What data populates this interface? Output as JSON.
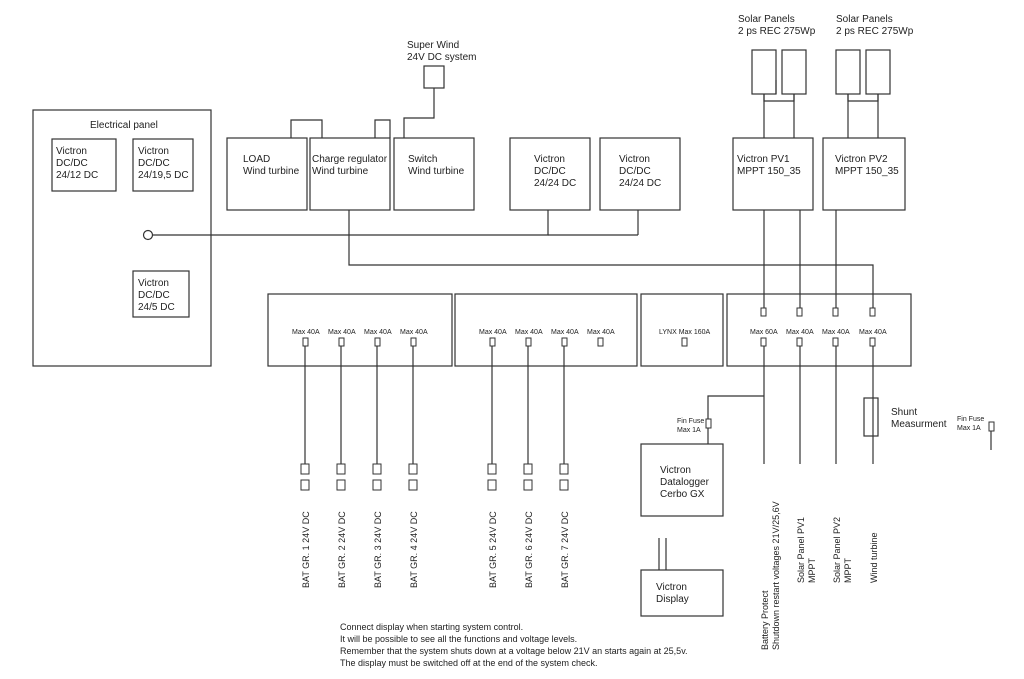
{
  "electrical_panel": {
    "title": "Electrical panel",
    "conv1": [
      "Victron",
      "DC/DC",
      "24/12 DC"
    ],
    "conv2": [
      "Victron",
      "DC/DC",
      "24/19,5 DC"
    ],
    "conv3": [
      "Victron",
      "DC/DC",
      "24/5 DC"
    ]
  },
  "super_wind": [
    "Super Wind",
    "24V DC system"
  ],
  "load_wind": [
    "LOAD",
    "Wind turbine"
  ],
  "charge_reg": [
    "Charge regulator",
    "Wind turbine"
  ],
  "switch_wind": [
    "Switch",
    "Wind turbine"
  ],
  "dcdc_a": [
    "Victron",
    "DC/DC",
    "24/24 DC"
  ],
  "dcdc_b": [
    "Victron",
    "DC/DC",
    "24/24 DC"
  ],
  "solar1": [
    "Solar Panels",
    "2 ps REC 275Wp"
  ],
  "solar2": [
    "Solar Panels",
    "2 ps REC 275Wp"
  ],
  "pv1": [
    "Victron PV1",
    "MPPT 150_35"
  ],
  "pv2": [
    "Victron PV2",
    "MPPT 150_35"
  ],
  "fuse_group1": [
    "Max 40A",
    "Max 40A",
    "Max 40A",
    "Max 40A"
  ],
  "fuse_group2": [
    "Max 40A",
    "Max 40A",
    "Max 40A",
    "Max 40A"
  ],
  "lynx": "LYNX Max 160A",
  "fuse_group4": [
    "Max 60A",
    "Max 40A",
    "Max 40A",
    "Max 40A"
  ],
  "battery_groups": [
    "BAT GR. 1 24V DC",
    "BAT GR. 2 24V DC",
    "BAT GR. 3 24V DC",
    "BAT GR. 4 24V DC",
    "BAT GR. 5 24V DC",
    "BAT GR. 6 24V DC",
    "BAT GR. 7 24V DC"
  ],
  "fin_fuse_left": [
    "Fin Fuse",
    "Max 1A"
  ],
  "fin_fuse_right": [
    "Fin Fuse",
    "Max 1A"
  ],
  "datalogger": [
    "Victron",
    "Datalogger",
    "Cerbo GX"
  ],
  "display": [
    "Victron",
    "Display"
  ],
  "shunt": [
    "Shunt",
    "Measurment"
  ],
  "battery_protect": [
    "Battery Protect",
    "Shutdown restart voltages 21V/25,6V"
  ],
  "solar_pv1_label": [
    "Solar Panel PV1",
    "MPPT"
  ],
  "solar_pv2_label": [
    "Solar Panel PV2",
    "MPPT"
  ],
  "wind_turbine_label": "Wind turbine",
  "notes": [
    "Connect display when starting system control.",
    "It will be possible to see all the functions and voltage levels.",
    "Remember that the system shuts down at a voltage below 21V an starts again at 25,5v.",
    "The display must be switched off at the end of the system check."
  ]
}
